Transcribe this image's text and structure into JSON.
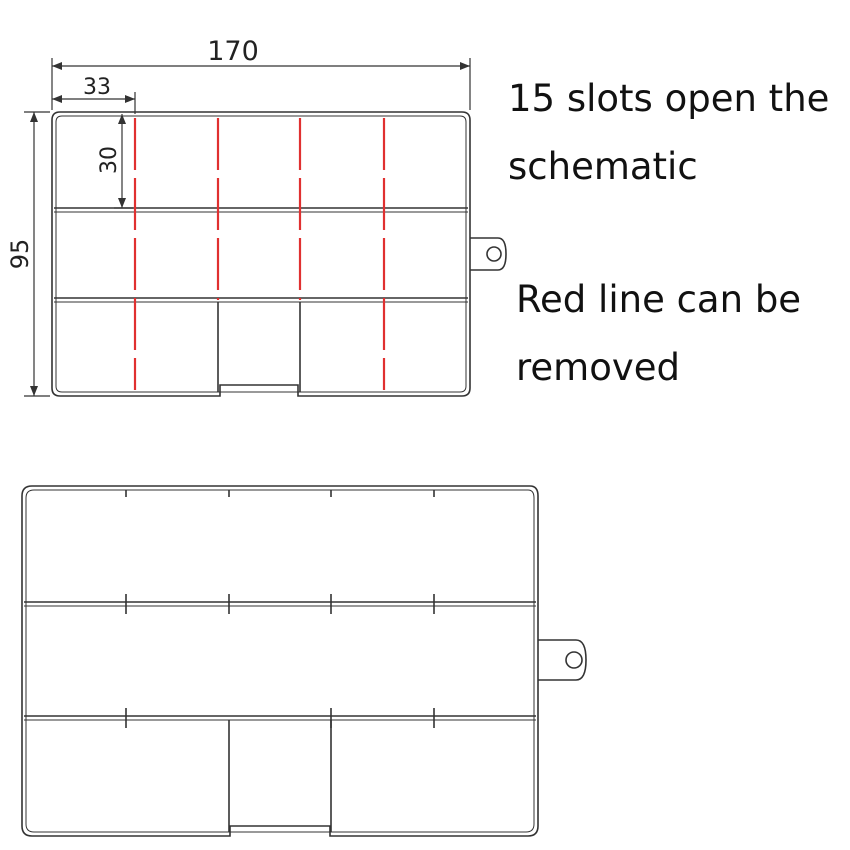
{
  "dimensions": {
    "overall_width": "170",
    "compartment_width": "33",
    "compartment_height": "30",
    "overall_height": "95"
  },
  "captions": {
    "slots_line1": "15 slots open the",
    "slots_line2": "schematic",
    "red_line1": "Red line can be",
    "red_line2": "removed"
  },
  "colors": {
    "outline": "#333333",
    "removable_divider": "#e03030"
  }
}
